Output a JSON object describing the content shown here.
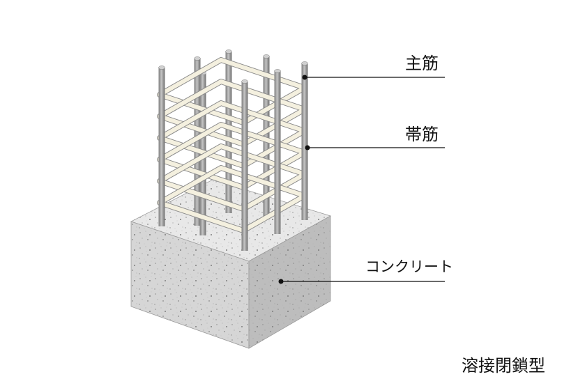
{
  "labels": {
    "main_rebar": "主筋",
    "hoop_rebar": "帯筋",
    "concrete": "コンクリート",
    "type": "溶接閉鎖型"
  },
  "colors": {
    "concrete_top": "#e8e8e8",
    "concrete_front": "#d6d6d6",
    "concrete_side": "#bdbdbd",
    "rebar": "#9a9a9a",
    "hoop": "#f4f0df",
    "line": "#111111"
  }
}
